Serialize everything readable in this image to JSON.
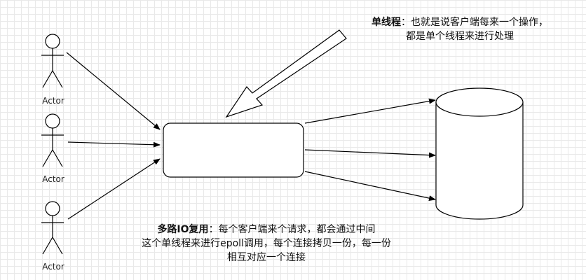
{
  "actors": [
    {
      "label": "Actor"
    },
    {
      "label": "Actor"
    },
    {
      "label": "Actor"
    }
  ],
  "notes": {
    "single_thread": {
      "title": "单线程",
      "line1": "：也就是说客户端每来一个操作，",
      "line2": "都是单个线程来进行处理"
    },
    "io_multiplexing": {
      "title": "多路IO复用",
      "line1": "：每个客户端来个请求，都会通过中间",
      "line2": "这个单线程来进行epoll调用，每个连接拷贝一份，每一份",
      "line3": "相互对应一个连接"
    }
  }
}
